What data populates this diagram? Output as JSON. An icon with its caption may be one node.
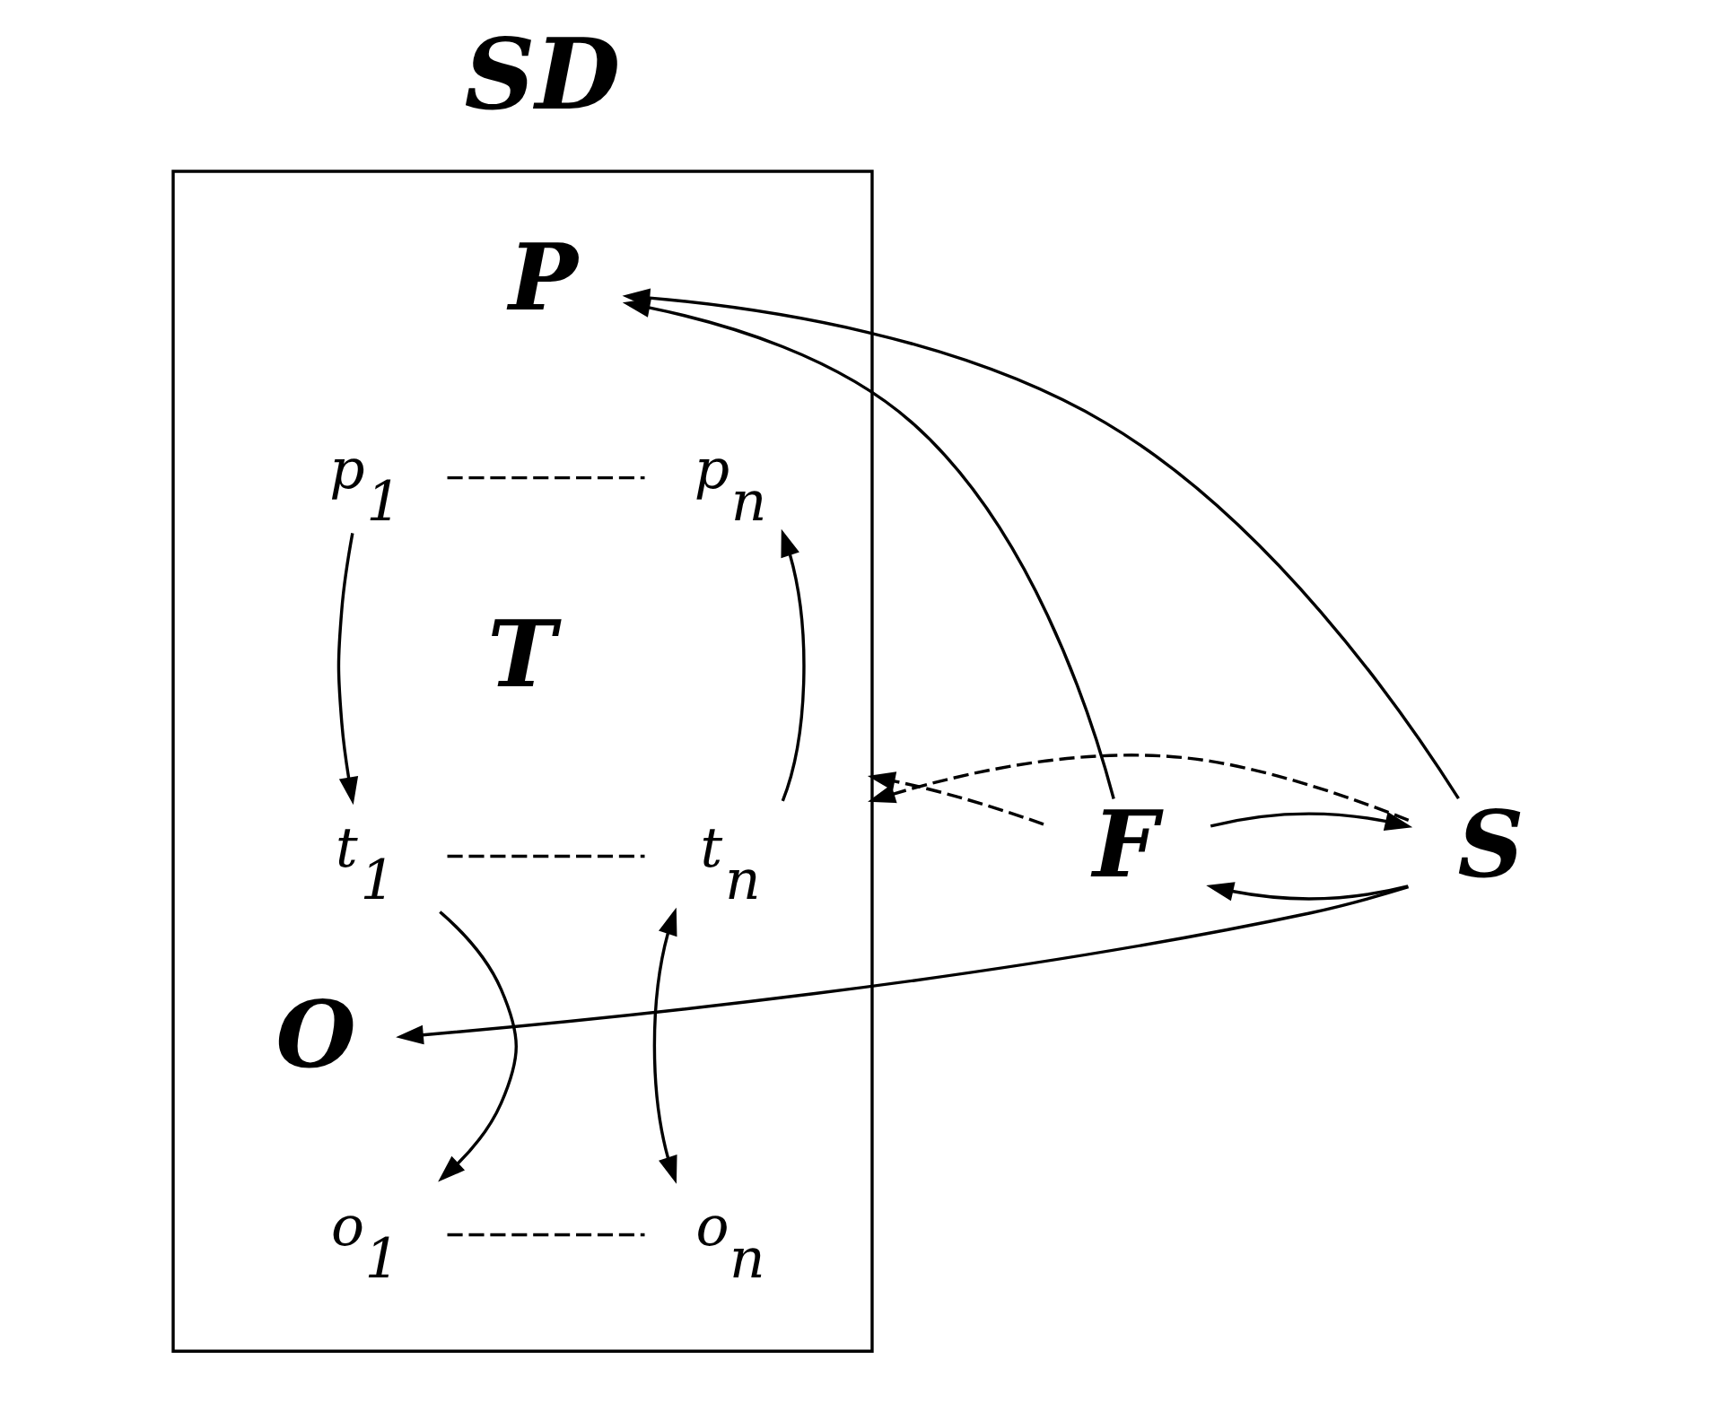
{
  "diagram": {
    "nodes": [
      {
        "text": [],
        "shape": "box"
      },
      {
        "text": [
          "P"
        ],
        "in": 0
      },
      {
        "text": [
          "p$_{1}$"
        ],
        "in": 0
      },
      {
        "text": [
          "p$_{n}$"
        ],
        "in": 0
      },
      {
        "text": [
          "t$_{1}$"
        ],
        "in": 0
      },
      {
        "text": [
          "t$_{n}$"
        ],
        "in": 0
      },
      {
        "text": [
          "O"
        ],
        "in": 0
      },
      {
        "text": [
          "o$_{1}$"
        ],
        "in": 0
      },
      {
        "text": [
          "o$_{n}$"
        ],
        "in": 0
      },
      {
        "text": [
          "F"
        ]
      },
      {
        "text": [
          "S"
        ]
      }
    ],
    "edges": [
      {
        "from": 9,
        "to": 1,
        "arrow": "to"
      },
      {
        "from": 10,
        "to": 1,
        "arrow": "to"
      },
      {
        "from": 9,
        "to": 0,
        "arrow": "to",
        "style": "dashed"
      },
      {
        "from": 10,
        "to": 0,
        "arrow": "to",
        "style": "dashed"
      },
      {
        "from": 10,
        "to": 6,
        "arrow": "to"
      },
      {
        "from": 2,
        "to": 3,
        "arrow": "none",
        "style": "dashed"
      },
      {
        "from": 2,
        "to": 4,
        "arrow": "to"
      },
      {
        "from": 5,
        "to": 3,
        "arrow": "to"
      },
      {
        "from": 4,
        "to": 5,
        "arrow": "none",
        "style": "dashed"
      },
      {
        "from": 4,
        "to": 7,
        "arrow": "to"
      },
      {
        "from": 5,
        "to": 8,
        "arrow": "both"
      },
      {
        "from": 7,
        "to": 8,
        "arrow": "none",
        "style": "dashed"
      },
      {
        "from": 10,
        "to": 9,
        "arrow": "to"
      },
      {
        "from": 9,
        "to": 10,
        "arrow": "to"
      }
    ],
    "labels": [
      "SD",
      "T"
    ]
  }
}
